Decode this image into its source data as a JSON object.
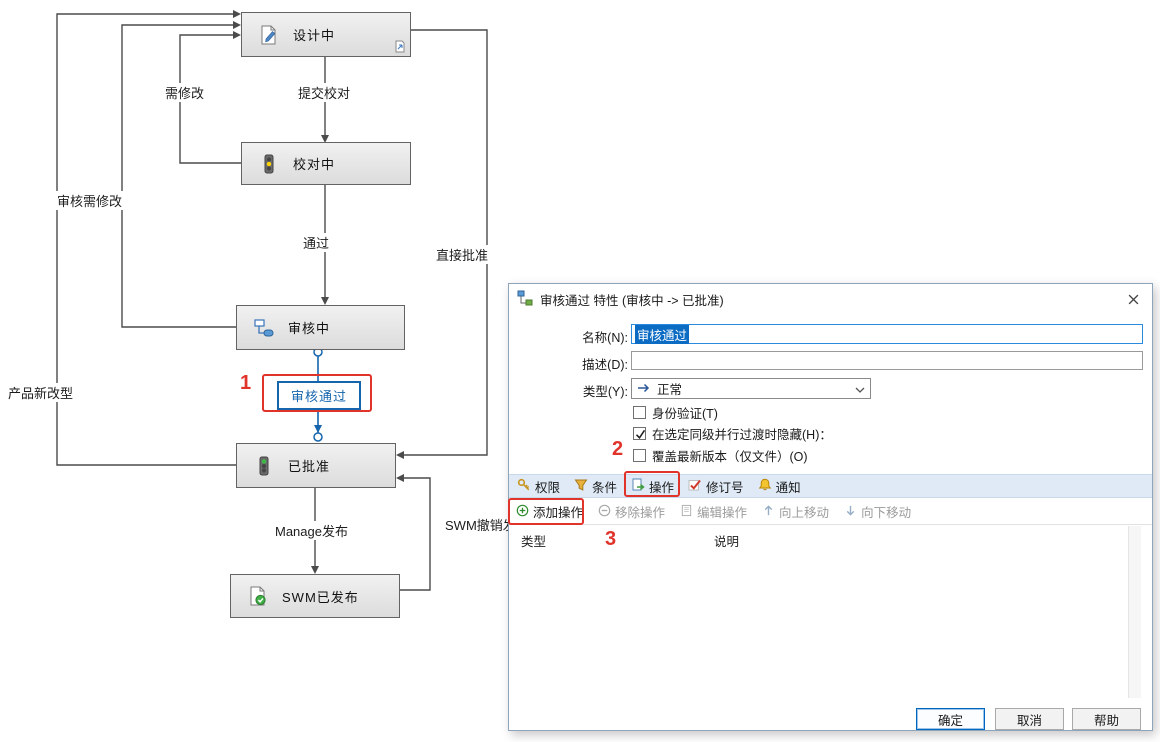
{
  "colors": {
    "accent_blue": "#0067c0",
    "selected_transition_blue": "#1565ad",
    "annotation_red": "#e0342b",
    "tabbar_blue": "#dfeaf6"
  },
  "diagram": {
    "states": [
      {
        "label": "设计中"
      },
      {
        "label": "校对中"
      },
      {
        "label": "审核中"
      },
      {
        "label": "已批准"
      },
      {
        "label": "SWM已发布"
      }
    ],
    "transitions": {
      "need_modify": "需修改",
      "submit_proofread": "提交校对",
      "review_need_modify": "审核需修改",
      "pass": "通过",
      "direct_approve": "直接批准",
      "product_new_model": "产品新改型",
      "review_pass": "审核通过",
      "manage_publish": "Manage发布",
      "swm_unpublish": "SWM撤销发布"
    }
  },
  "annotations": {
    "step1": "1",
    "step2": "2",
    "step3": "3"
  },
  "dialog": {
    "title": "审核通过 特性 (审核中 -> 已批准)",
    "fields": {
      "name_label": "名称(N):",
      "name_value": "审核通过",
      "desc_label": "描述(D):",
      "desc_value": "",
      "type_label": "类型(Y):",
      "type_value": "正常"
    },
    "checkboxes": [
      {
        "label": "身份验证(T)",
        "checked": false
      },
      {
        "label": "在选定同级并行过渡时隐藏(H)：",
        "checked": true
      },
      {
        "label": "覆盖最新版本（仅文件）(O)",
        "checked": false
      }
    ],
    "tabs": [
      {
        "label": "权限"
      },
      {
        "label": "条件"
      },
      {
        "label": "操作"
      },
      {
        "label": "修订号"
      },
      {
        "label": "通知"
      }
    ],
    "toolbar": [
      {
        "label": "添加操作"
      },
      {
        "label": "移除操作"
      },
      {
        "label": "编辑操作"
      },
      {
        "label": "向上移动"
      },
      {
        "label": "向下移动"
      }
    ],
    "table": {
      "columns": [
        "类型",
        "说明"
      ]
    },
    "buttons": {
      "ok": "确定",
      "cancel": "取消",
      "help": "帮助"
    }
  }
}
